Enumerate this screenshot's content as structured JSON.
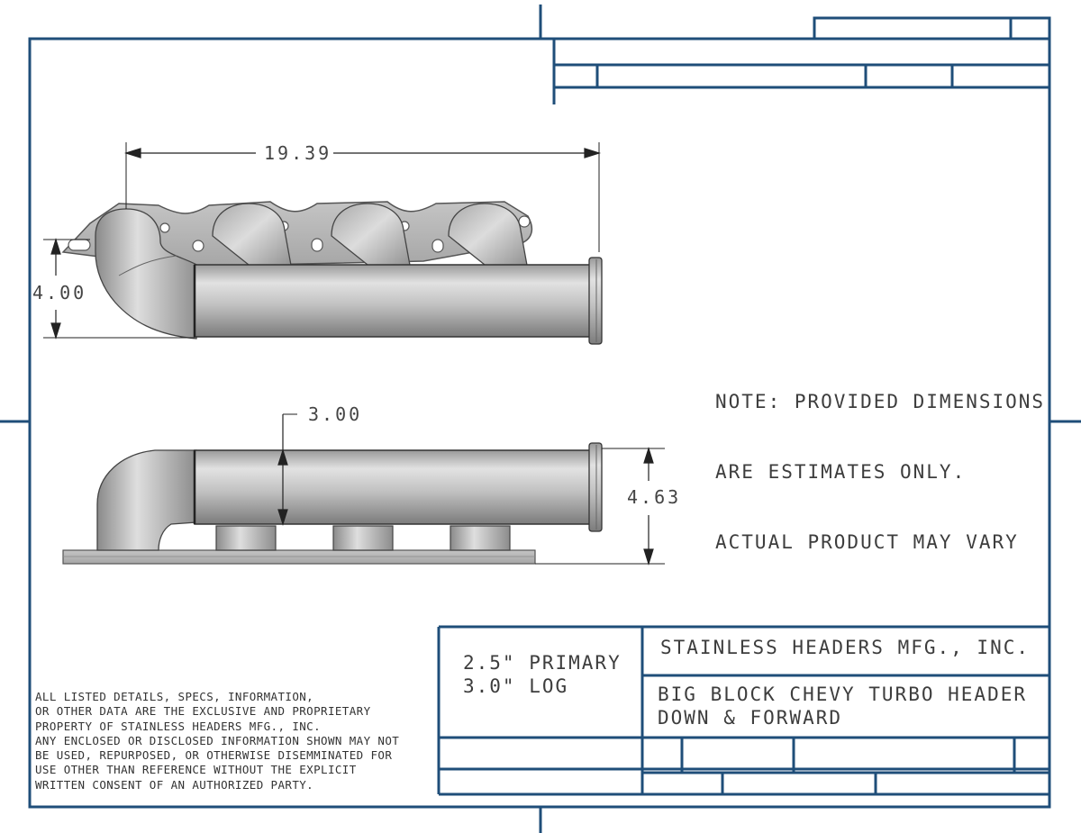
{
  "dimensions": {
    "overall_length": "19.39",
    "flange_height": "4.00",
    "log_diameter": "3.00",
    "side_height": "4.63"
  },
  "note": {
    "lines": [
      "NOTE: PROVIDED DIMENSIONS",
      "ARE ESTIMATES ONLY.",
      "ACTUAL PRODUCT MAY VARY"
    ]
  },
  "title_block": {
    "spec_lines": [
      "2.5\" PRIMARY",
      "3.0\" LOG"
    ],
    "company": "STAINLESS HEADERS MFG., INC.",
    "title_lines": [
      "BIG BLOCK CHEVY TURBO HEADER",
      "DOWN & FORWARD"
    ]
  },
  "legal": {
    "lines": [
      "ALL LISTED DETAILS, SPECS, INFORMATION,",
      "OR OTHER DATA ARE THE EXCLUSIVE AND PROPRIETARY",
      "PROPERTY OF STAINLESS HEADERS MFG., INC.",
      "ANY ENCLOSED OR DISCLOSED INFORMATION SHOWN MAY NOT",
      "BE USED, REPURPOSED, OR OTHERWISE DISEMMINATED FOR",
      "USE OTHER THAN REFERENCE WITHOUT THE EXPLICIT",
      "WRITTEN CONSENT OF AN AUTHORIZED PARTY."
    ]
  },
  "colors": {
    "frame": "#1f4e79",
    "part_light": "#d8d8d8",
    "part_dark": "#8e8e8e"
  }
}
